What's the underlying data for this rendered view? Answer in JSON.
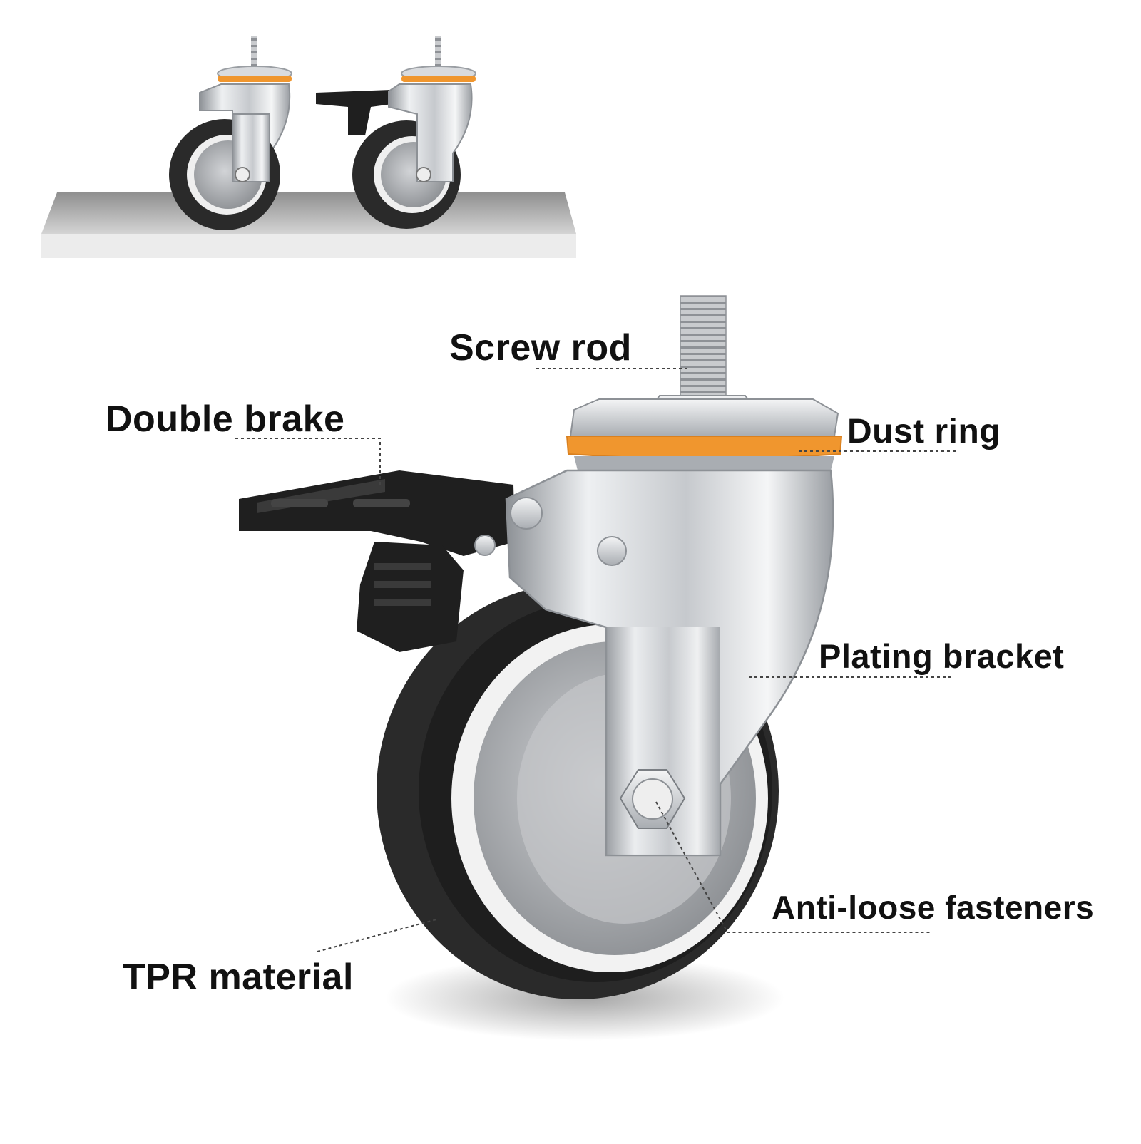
{
  "labels": {
    "screw_rod": "Screw rod",
    "double_brake": "Double brake",
    "dust_ring": "Dust ring",
    "plating_bracket": "Plating bracket",
    "anti_loose_fasteners": "Anti-loose fasteners",
    "tpr_material": "TPR material"
  },
  "colors": {
    "dust_ring": "#F0962E",
    "tire": "#2A2A2A",
    "hub": "#B9BBBE",
    "bracket": "#D8DADD",
    "brake": "#1F1F1F",
    "floor": "#BFBFBF"
  }
}
